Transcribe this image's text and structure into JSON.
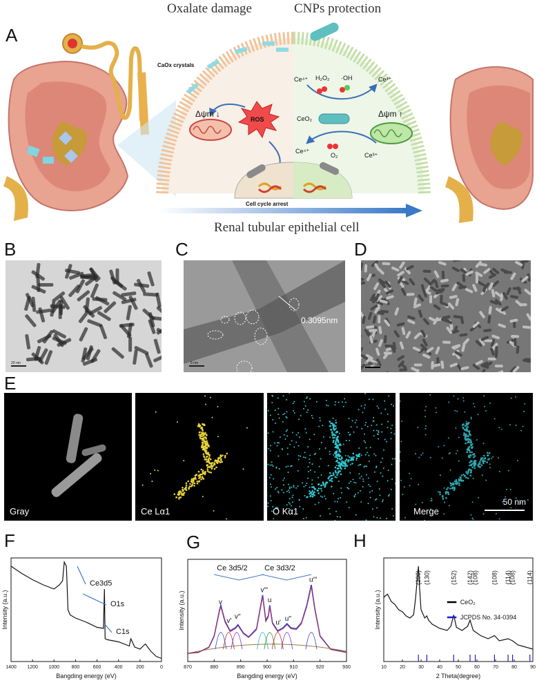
{
  "panel_letters": {
    "a": "A",
    "b": "B",
    "c": "C",
    "d": "D",
    "e": "E",
    "f": "F",
    "g": "G",
    "h": "H"
  },
  "schematic": {
    "header_left": "Oxalate damage",
    "header_right": "CNPs protection",
    "caox_label": "CaOx crystals",
    "mito_left": "Δψm ↓",
    "mito_right": "Δψm ↑",
    "ros": "ROS",
    "ce4_top": "Ce⁴⁺",
    "ce3_top": "Ce³⁺",
    "h2o2": "H₂O₂",
    "oh": "·OH",
    "ceo2": "CeO₂",
    "o2": "O₂",
    "ce4_bottom": "Ce⁴⁺",
    "ce3_bottom": "Ce³⁺",
    "cell_cycle": "Cell cycle arrest",
    "footer": "Renal tubular epithelial cell"
  },
  "tem": {
    "b_scale": "20 nm",
    "c_scale": "5 nm",
    "c_lattice": "0.3095nm",
    "d_scale": "100nm"
  },
  "edx": {
    "gray": "Gray",
    "ce": "Ce Lα1",
    "o": "O Kα1",
    "merge": "Merge",
    "scale": "50 nm"
  },
  "chart_data": [
    {
      "panel": "F",
      "type": "line",
      "xlabel": "Bangding energy (eV)",
      "ylabel": "Intensity (a.u.)",
      "xlim": [
        1400,
        0
      ],
      "x_ticks": [
        "1400",
        "1200",
        "1000",
        "800",
        "600",
        "400",
        "200",
        "0"
      ],
      "annotations": [
        "Ce3d5",
        "O1s",
        "C1s"
      ],
      "x": [
        1400,
        1300,
        1200,
        1100,
        1000,
        950,
        920,
        905,
        885,
        870,
        850,
        800,
        700,
        600,
        540,
        531,
        525,
        500,
        400,
        300,
        285,
        250,
        200,
        150,
        100,
        50,
        0
      ],
      "y": [
        0.92,
        0.85,
        0.79,
        0.74,
        0.7,
        0.74,
        0.78,
        0.96,
        0.92,
        0.5,
        0.45,
        0.42,
        0.38,
        0.33,
        0.32,
        0.7,
        0.22,
        0.21,
        0.19,
        0.15,
        0.22,
        0.14,
        0.12,
        0.17,
        0.1,
        0.05,
        0.03
      ]
    },
    {
      "panel": "G",
      "type": "line",
      "xlabel": "Bangding energy (eV)",
      "ylabel": "Intensity (a.u.)",
      "xlim": [
        870,
        930
      ],
      "x_ticks": [
        "870",
        "880",
        "890",
        "900",
        "910",
        "920",
        "930"
      ],
      "groups": [
        "Ce 3d5/2",
        "Ce 3d3/2"
      ],
      "peak_labels": [
        "v",
        "v′",
        "v′′",
        "v′′′",
        "u",
        "u′",
        "u′′",
        "u′′′"
      ],
      "peak_positions": [
        882.5,
        885.5,
        888.5,
        898.3,
        901.0,
        904.0,
        907.5,
        916.7
      ],
      "x": [
        870,
        874,
        878,
        880,
        882,
        882.5,
        884,
        886,
        888,
        889,
        891,
        893,
        896,
        898.3,
        899.5,
        900.5,
        901,
        902,
        904,
        906,
        907.5,
        909,
        911,
        913,
        915,
        916.7,
        918,
        920,
        924,
        930
      ],
      "y": [
        0.08,
        0.09,
        0.14,
        0.25,
        0.5,
        0.55,
        0.4,
        0.3,
        0.33,
        0.36,
        0.28,
        0.24,
        0.32,
        0.65,
        0.4,
        0.45,
        0.55,
        0.38,
        0.3,
        0.33,
        0.37,
        0.33,
        0.32,
        0.38,
        0.55,
        0.75,
        0.52,
        0.25,
        0.12,
        0.09
      ]
    },
    {
      "panel": "H",
      "type": "line",
      "xlabel": "2 Theta(degree)",
      "ylabel": "Intensity (a.u.)",
      "xlim": [
        10,
        90
      ],
      "x_ticks": [
        "10",
        "20",
        "30",
        "40",
        "50",
        "60",
        "70",
        "80",
        "90"
      ],
      "reflections": [
        "(200)",
        "(130)",
        "(152)",
        "(142)",
        "(108)",
        "(108)",
        "(114)",
        "(108)",
        "(114)"
      ],
      "reflection_positions": [
        28.6,
        33.1,
        47.5,
        56.3,
        59.1,
        69.4,
        76.7,
        79.1,
        88.4
      ],
      "legend": [
        "CeO₂",
        "JCPDS No. 34-0394"
      ],
      "series_colors": {
        "CeO2": "#000000",
        "JCPDS": "#1a1adb"
      },
      "x": [
        10,
        12,
        14,
        16,
        18,
        20,
        22,
        24,
        26,
        27,
        28,
        28.6,
        29.2,
        30,
        32,
        33.1,
        34,
        36,
        40,
        44,
        46,
        47.5,
        49,
        52,
        55,
        56.3,
        58,
        62,
        66,
        69.4,
        72,
        76.7,
        79.1,
        82,
        86,
        90
      ],
      "y": [
        0.62,
        0.65,
        0.58,
        0.55,
        0.5,
        0.48,
        0.44,
        0.42,
        0.45,
        0.6,
        0.8,
        0.92,
        0.72,
        0.5,
        0.42,
        0.44,
        0.4,
        0.36,
        0.32,
        0.3,
        0.34,
        0.45,
        0.33,
        0.3,
        0.34,
        0.4,
        0.3,
        0.25,
        0.22,
        0.25,
        0.2,
        0.22,
        0.2,
        0.16,
        0.14,
        0.12
      ]
    }
  ]
}
